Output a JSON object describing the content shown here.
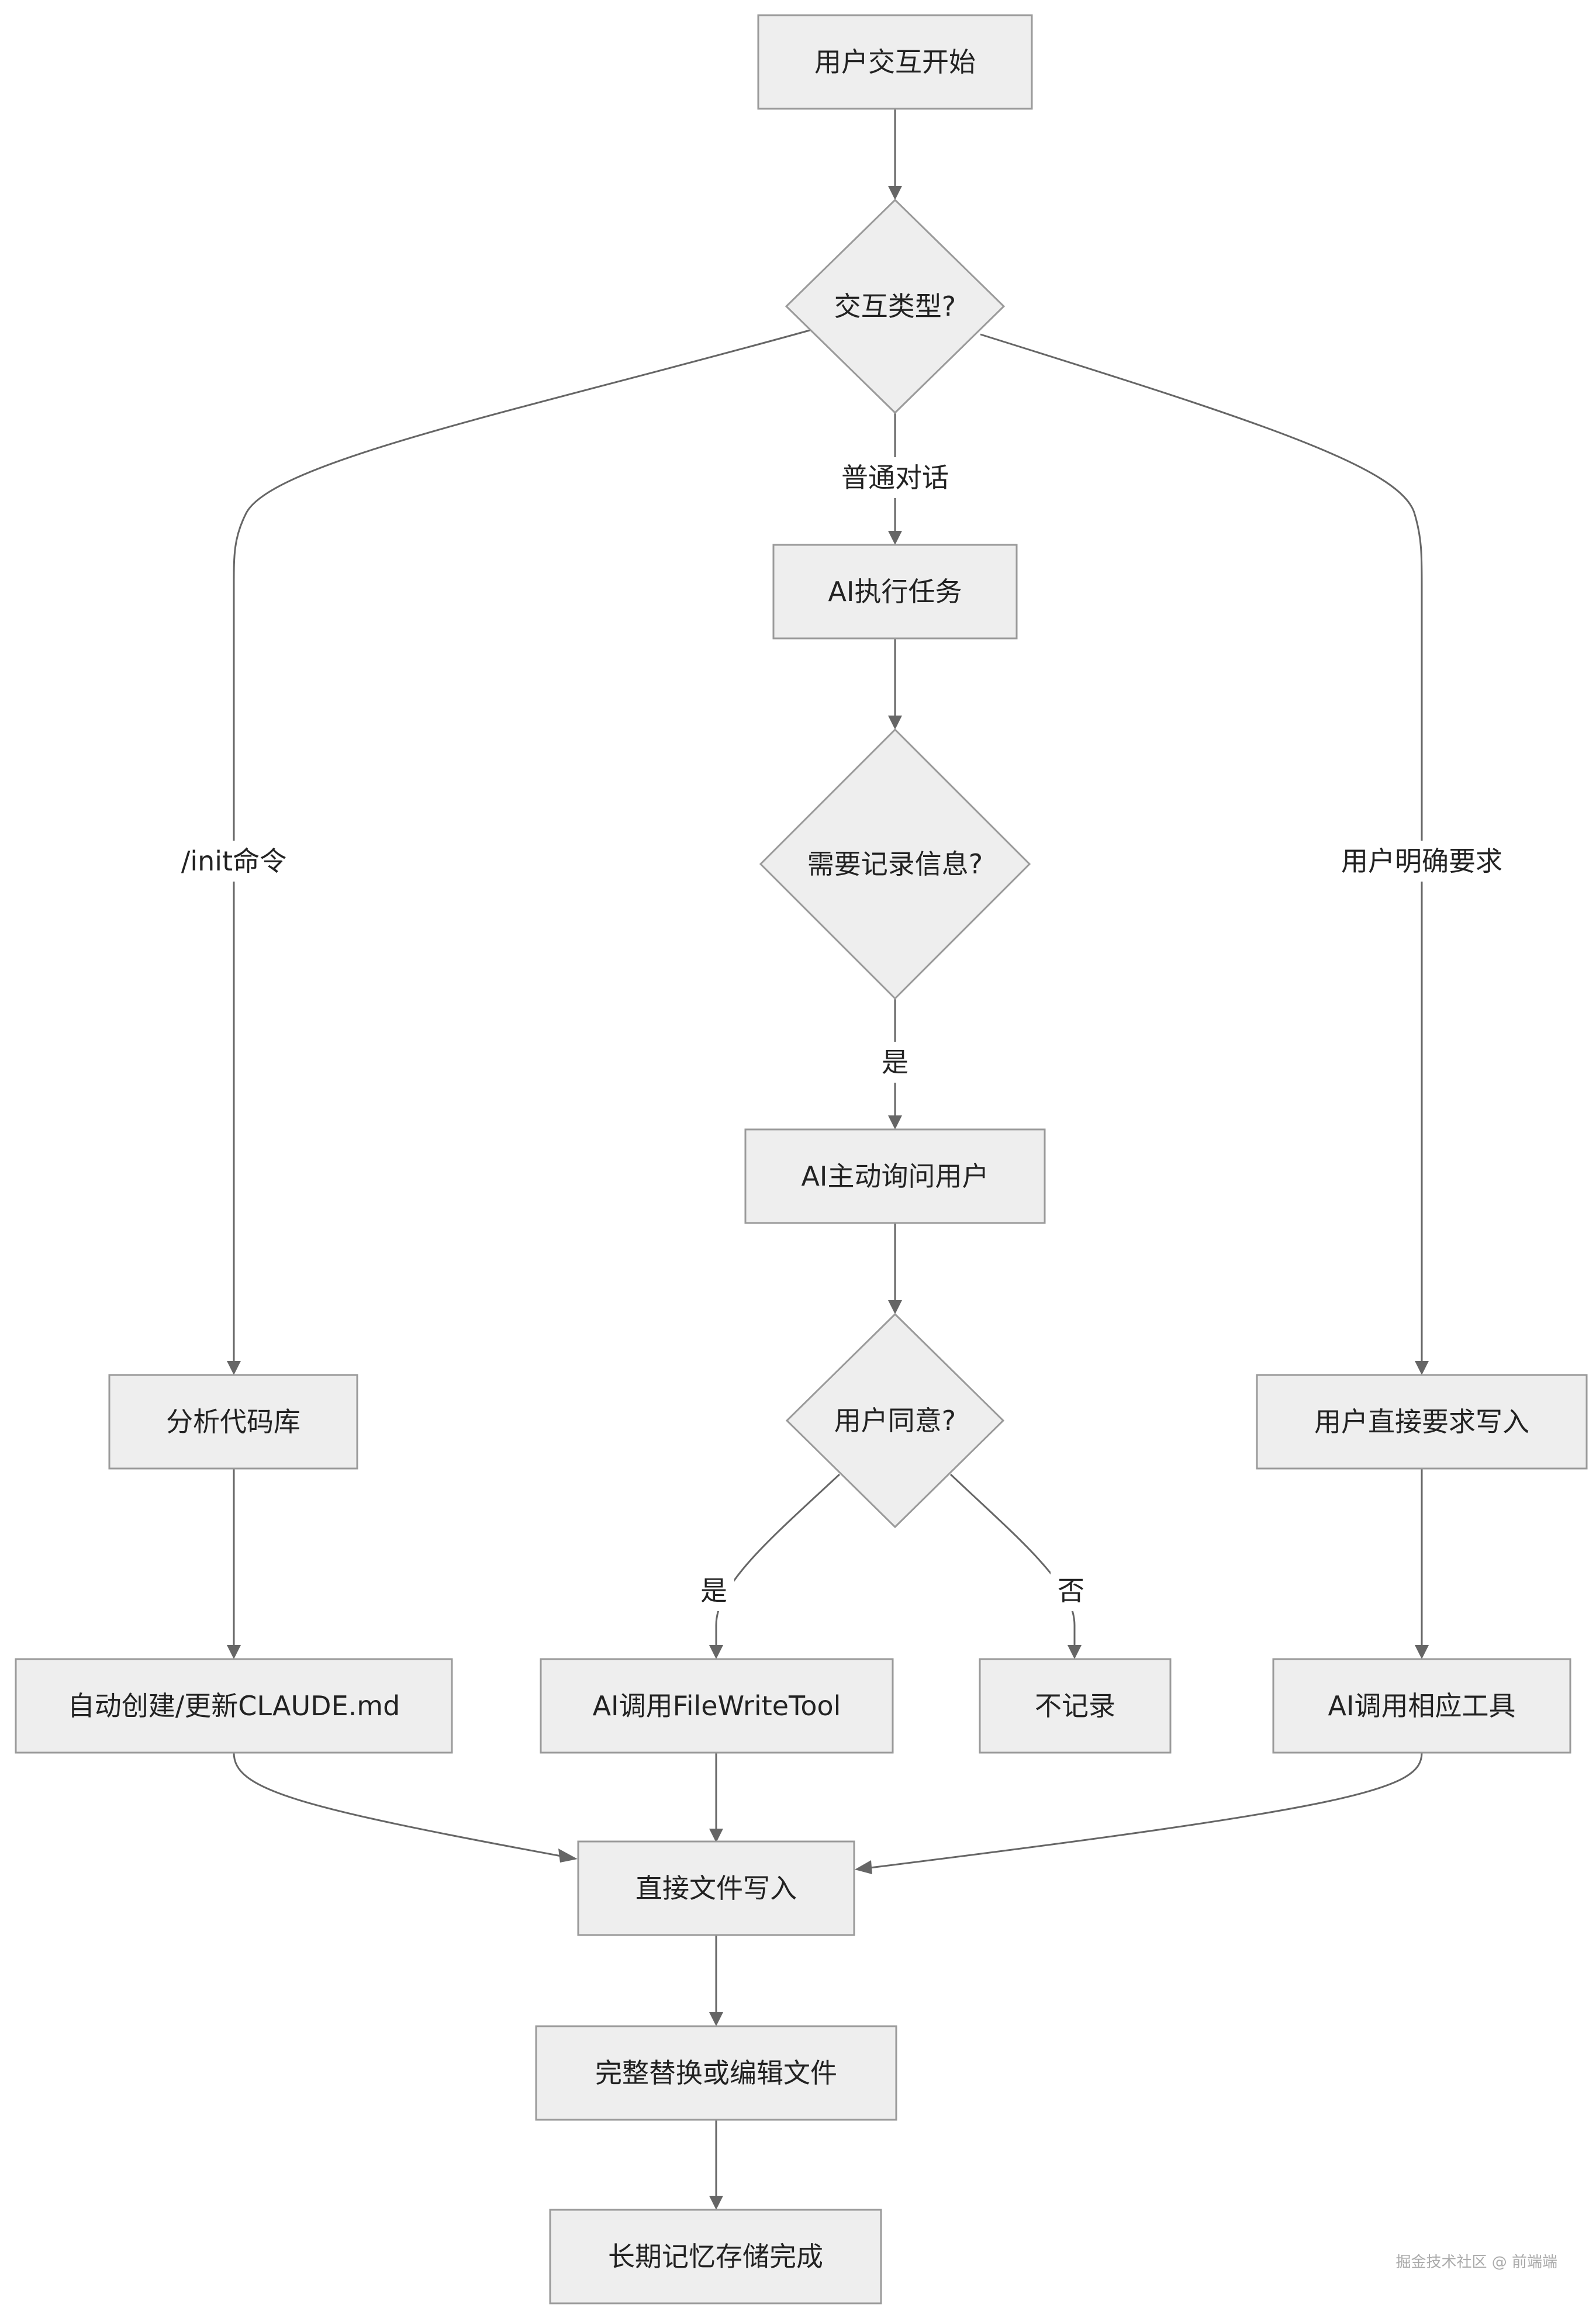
{
  "nodes": {
    "start": "用户交互开始",
    "type_decision": "交互类型?",
    "ai_exec": "AI执行任务",
    "need_record": "需要记录信息?",
    "ai_ask": "AI主动询问用户",
    "user_agree": "用户同意?",
    "analyze": "分析代码库",
    "auto_create": "自动创建/更新CLAUDE.md",
    "ai_filewrite": "AI调用FileWriteTool",
    "no_record": "不记录",
    "user_direct": "用户直接要求写入",
    "ai_tool": "AI调用相应工具",
    "direct_write": "直接文件写入",
    "replace_edit": "完整替换或编辑文件",
    "memory_done": "长期记忆存储完成"
  },
  "edge_labels": {
    "normal_chat": "普通对话",
    "init_cmd": "/init命令",
    "user_explicit": "用户明确要求",
    "yes_record": "是",
    "yes_agree": "是",
    "no_agree": "否"
  },
  "watermark": "掘金技术社区 @ 前端端"
}
